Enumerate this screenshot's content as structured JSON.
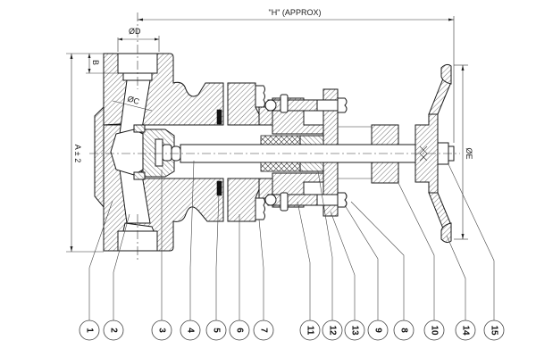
{
  "title": "Needle / Globe Valve Sectional Assembly Drawing",
  "dimensions": {
    "overall_length": "\"H\"  (APPROX)",
    "height": "A ± 2",
    "port_depth": "B",
    "bore_diameter": "ØC",
    "port_diameter": "ØD",
    "handwheel_diameter": "ØE"
  },
  "balloons": [
    {
      "id": "1",
      "label": "1"
    },
    {
      "id": "2",
      "label": "2"
    },
    {
      "id": "3",
      "label": "3"
    },
    {
      "id": "4",
      "label": "4"
    },
    {
      "id": "5",
      "label": "5"
    },
    {
      "id": "6",
      "label": "6"
    },
    {
      "id": "7",
      "label": "7"
    },
    {
      "id": "11",
      "label": "11"
    },
    {
      "id": "12",
      "label": "12"
    },
    {
      "id": "13",
      "label": "13"
    },
    {
      "id": "9",
      "label": "9"
    },
    {
      "id": "8",
      "label": "8"
    },
    {
      "id": "10",
      "label": "10"
    },
    {
      "id": "14",
      "label": "14"
    },
    {
      "id": "15",
      "label": "15"
    }
  ],
  "colors": {
    "line": "#1a1a1a",
    "background": "#ffffff",
    "gasket": "#111111"
  }
}
